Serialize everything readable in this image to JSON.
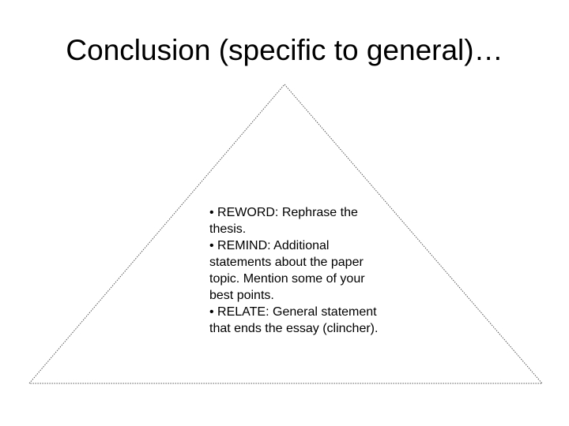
{
  "slide": {
    "title": "Conclusion (specific to general)…",
    "bullets": [
      "• REWORD: Rephrase the thesis.",
      "• REMIND: Additional statements about the paper topic. Mention some of your best points.",
      "• RELATE: General statement that ends the essay (clincher)."
    ]
  },
  "colors": {
    "background": "#ffffff",
    "text": "#000000",
    "outline": "#555555"
  }
}
